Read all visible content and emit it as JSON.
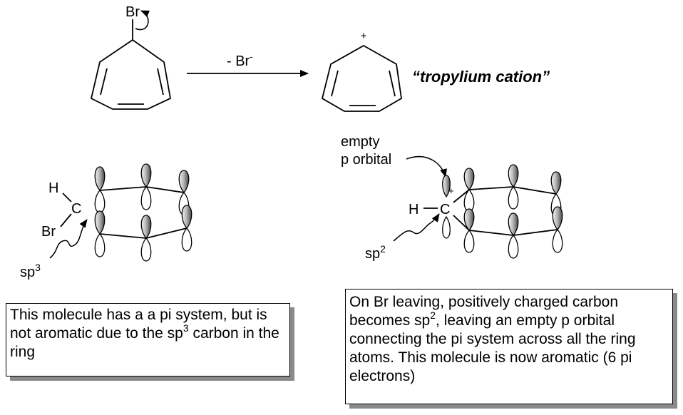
{
  "reaction": {
    "reactant_label": "Br",
    "arrow_label": "- Br",
    "arrow_label_sup": "-",
    "product_charge": "+",
    "product_name": "“tropylium cation”"
  },
  "left_orbital": {
    "h_label": "H",
    "c_label": "C",
    "br_label": "Br",
    "hybrid_label": "sp",
    "hybrid_sup": "3"
  },
  "right_orbital": {
    "empty_label_line1": "empty",
    "empty_label_line2": "p orbital",
    "h_label": "H",
    "c_label": "C",
    "charge": "+",
    "hybrid_label": "sp",
    "hybrid_sup": "2"
  },
  "note_left": {
    "text_1": "This molecule has a a pi system, but is not aromatic due to the sp",
    "sup": "3",
    "text_2": " carbon in the ring"
  },
  "note_right": {
    "text_1": "On Br leaving, positively charged carbon becomes sp",
    "sup": "2",
    "text_2": ", leaving an empty p orbital connecting the pi system across all the ring atoms. This molecule is now aromatic (6 pi electrons)"
  }
}
